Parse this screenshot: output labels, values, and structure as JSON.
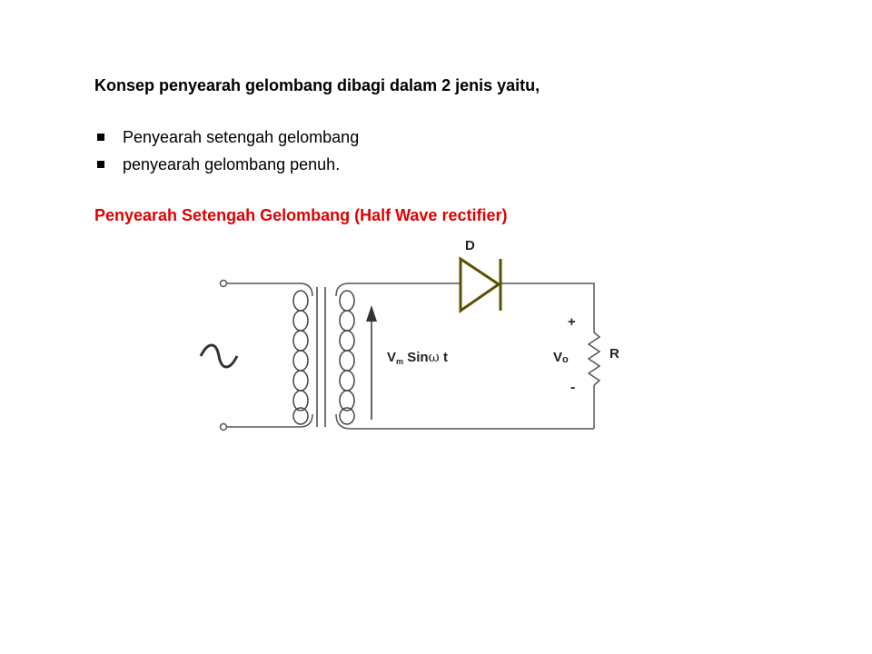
{
  "heading": "Konsep penyearah gelombang dibagi dalam 2 jenis yaitu,",
  "bullets": [
    "Penyearah setengah gelombang",
    "penyearah gelombang penuh."
  ],
  "subheading": "Penyearah Setengah Gelombang (Half Wave rectifier)",
  "colors": {
    "text": "#000000",
    "subheading": "#e00000",
    "diode": "#5a5000"
  },
  "circuit": {
    "diode_label": "D",
    "plus_label": "+",
    "minus_label": "-",
    "source_symbol": "~",
    "voltage_label_main": "V",
    "voltage_label_sub": "m",
    "voltage_label_rest": " Sin",
    "voltage_label_omega": "ω",
    "voltage_label_t": " t",
    "output_label_main": "V",
    "output_label_sub": "o",
    "resistor_label": "R"
  }
}
